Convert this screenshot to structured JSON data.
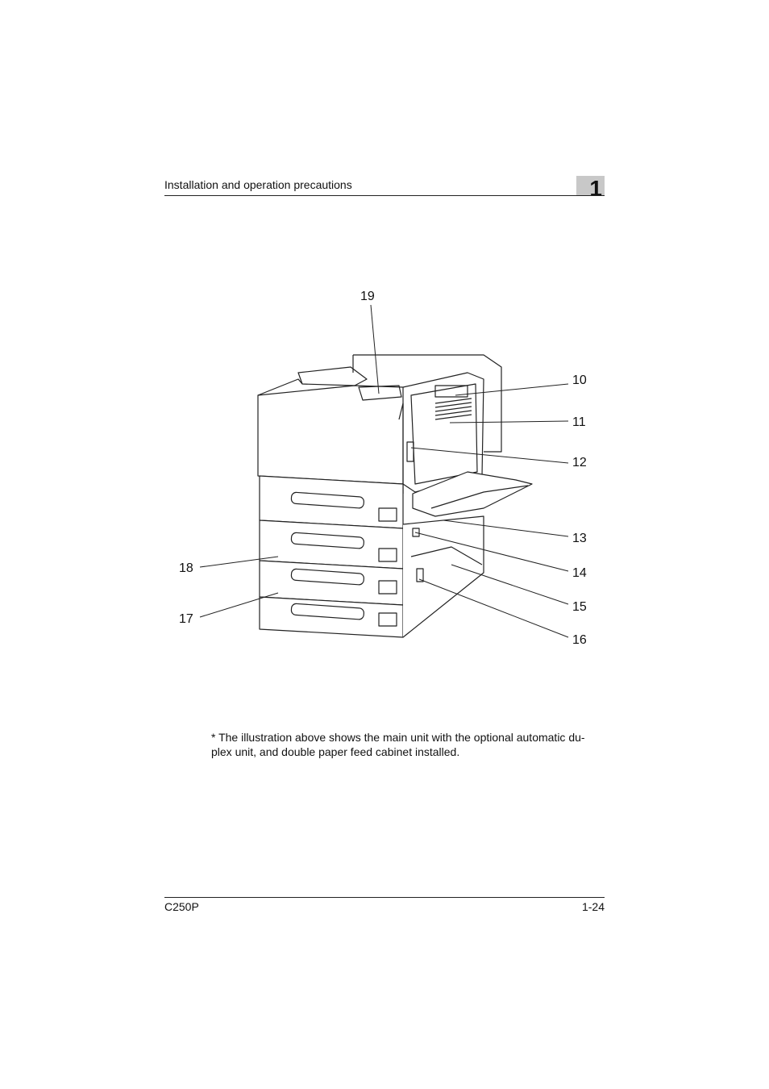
{
  "header": {
    "title": "Installation and operation precautions",
    "chapter": "1"
  },
  "figure": {
    "callouts": [
      "19",
      "10",
      "11",
      "12",
      "13",
      "14",
      "15",
      "16",
      "17",
      "18"
    ]
  },
  "note": "* The illustration above shows the main unit with the optional automatic du-plex unit, and double paper feed cabinet installed.",
  "note_lines": [
    "* The illustration above shows the main unit with the optional automatic du-",
    "plex unit, and double paper feed cabinet installed."
  ],
  "footer": {
    "model": "C250P",
    "page": "1-24"
  }
}
